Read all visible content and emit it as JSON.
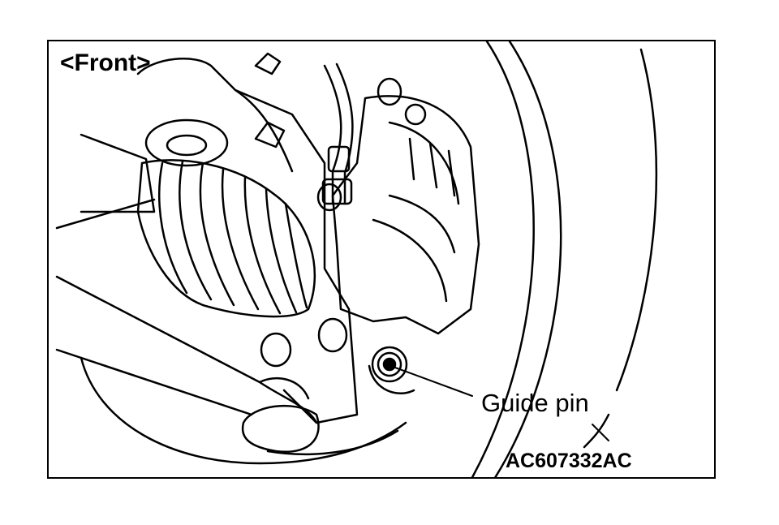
{
  "labels": {
    "front": "<Front>",
    "guide_pin": "Guide pin",
    "figure_code": "AC607332AC"
  }
}
